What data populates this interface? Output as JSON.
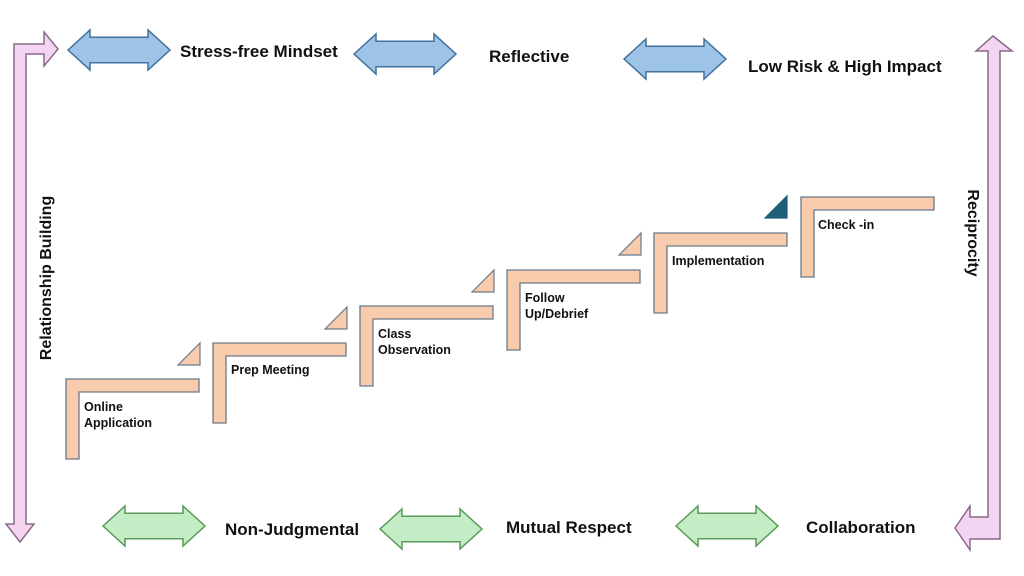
{
  "colors": {
    "top_arrow_fill": "#9DC3E6",
    "top_arrow_stroke": "#41719C",
    "bottom_arrow_fill": "#C5EDC5",
    "bottom_arrow_stroke": "#5A9A5A",
    "side_arrow_fill": "#F3D5F1",
    "side_arrow_stroke": "#8A6A8A",
    "step_fill": "#F8CBAD",
    "step_stroke": "#6A7A8A",
    "corner_fill": "#F8CBAD",
    "corner_active_fill": "#1F5F7A"
  },
  "top_labels": [
    "Stress-free Mindset",
    "Reflective",
    "Low Risk & High Impact"
  ],
  "bottom_labels": [
    "Non-Judgmental",
    "Mutual Respect",
    "Collaboration"
  ],
  "left_label": "Relationship Building",
  "right_label": "Reciprocity",
  "steps": [
    {
      "label_lines": [
        "Online",
        "Application"
      ],
      "active": false
    },
    {
      "label_lines": [
        "Prep Meeting"
      ],
      "active": false
    },
    {
      "label_lines": [
        "Class",
        "Observation"
      ],
      "active": false
    },
    {
      "label_lines": [
        "Follow",
        "Up/Debrief"
      ],
      "active": false
    },
    {
      "label_lines": [
        "Implementation"
      ],
      "active": false
    },
    {
      "label_lines": [
        "Check -in"
      ],
      "active": true
    }
  ]
}
